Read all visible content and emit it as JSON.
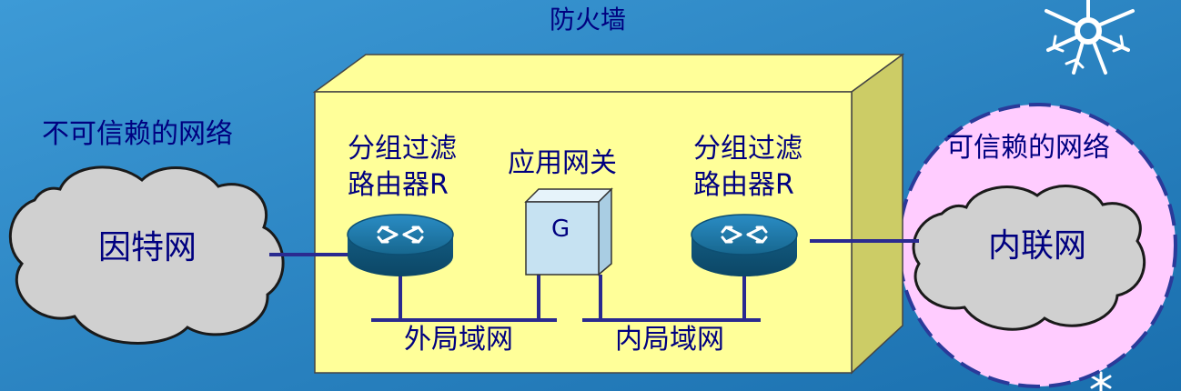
{
  "firewall": {
    "title": "防火墙",
    "left_router": {
      "line1": "分组过滤",
      "line2": "路由器R"
    },
    "right_router": {
      "line1": "分组过滤",
      "line2": "路由器R"
    },
    "gateway": {
      "title": "应用网关",
      "letter": "G"
    },
    "outer_lan": "外局域网",
    "inner_lan": "内局域网"
  },
  "untrusted": {
    "title": "不可信赖的网络",
    "cloud": "因特网"
  },
  "trusted": {
    "title": "可信赖的网络",
    "cloud": "内联网"
  },
  "colors": {
    "background": "#2a86c4",
    "firewall_face": "#ffff99",
    "firewall_side": "#cccc66",
    "router": "#1a6f9e",
    "gateway": "#c6e2f2",
    "cloud": "#d0d0d0",
    "trusted_zone": "#ffccff",
    "text_dark": "#000080"
  }
}
